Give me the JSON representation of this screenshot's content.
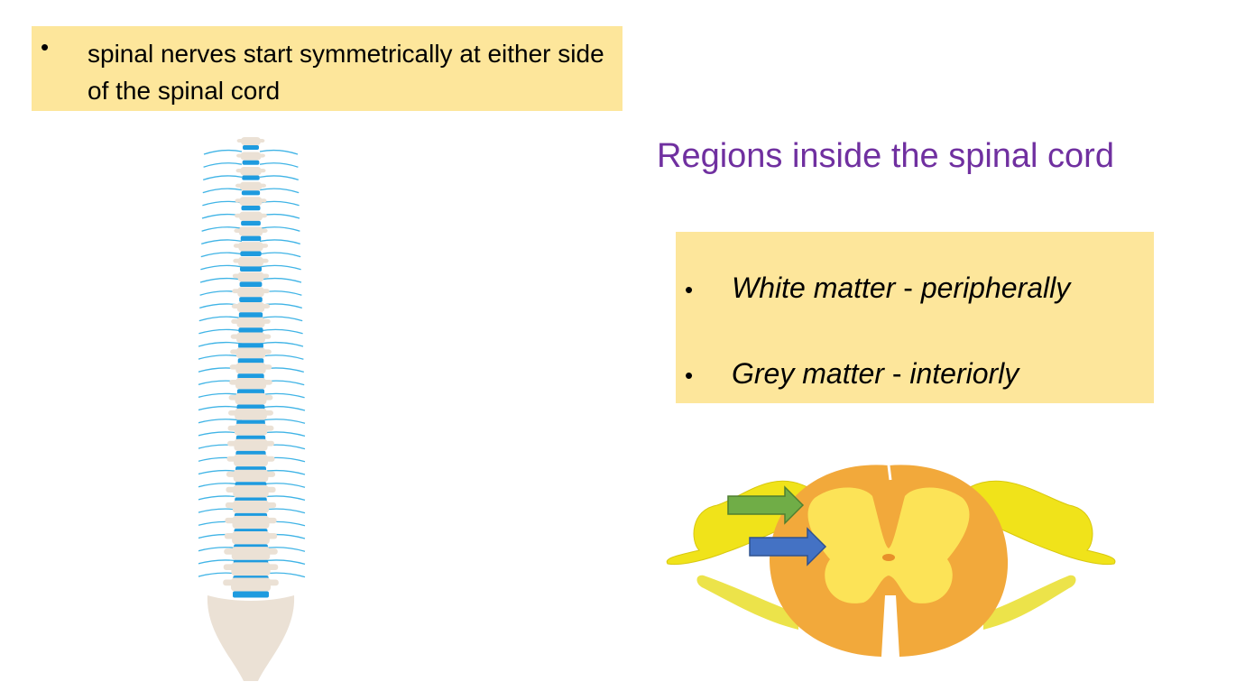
{
  "top_box": {
    "bullet": "•",
    "text": "spinal nerves start symmetrically at either side of the spinal cord"
  },
  "regions": {
    "title": "Regions inside the spinal cord",
    "items": [
      {
        "bullet": "•",
        "term": "White matter",
        "separator": " - ",
        "description": "peripherally"
      },
      {
        "bullet": "•",
        "term": "Grey matter",
        "separator": " - ",
        "description": "interiorly"
      }
    ]
  },
  "colors": {
    "box_fill": "#fde69b",
    "title_color": "#7030a0",
    "vertebra_color": "#ebe1d5",
    "disc_color": "#1e9bdf",
    "nerve_color": "#40b4e6",
    "cord_outer": "#f2a93b",
    "grey_matter": "#fde85a",
    "nerve_root_color": "#f0e31a",
    "green_arrow": "#70ad47",
    "blue_arrow": "#4472c4"
  },
  "illustrations": {
    "spine": "spine-with-nerves-illustration",
    "cross_section": "spinal-cord-cross-section-illustration",
    "white_matter_arrow": "green-arrow-icon",
    "grey_matter_arrow": "blue-arrow-icon"
  }
}
